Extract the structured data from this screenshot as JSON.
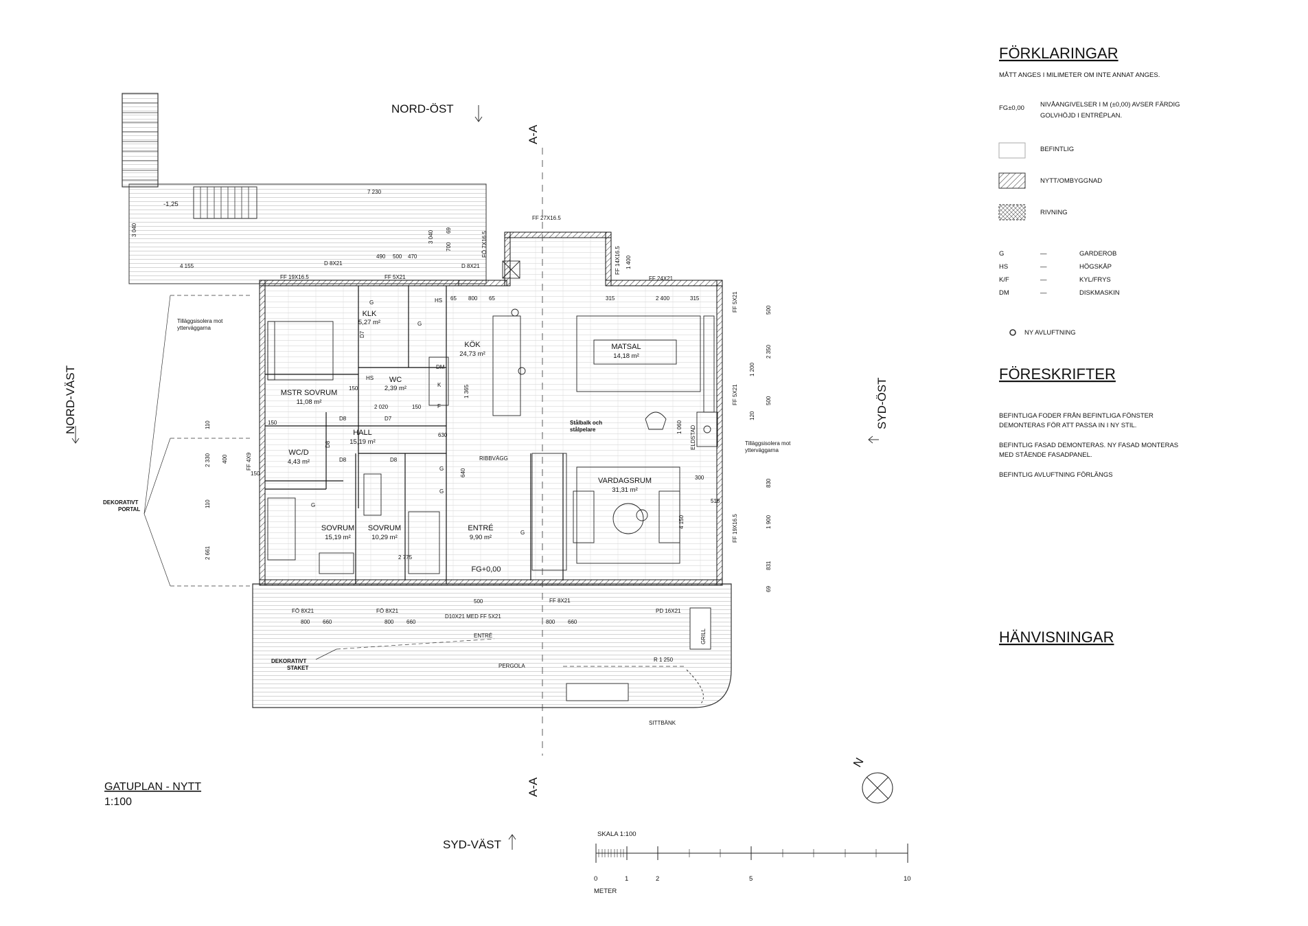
{
  "legend": {
    "title": "FÖRKLARINGAR",
    "note": "MÅTT ANGES I MILIMETER OM INTE ANNAT ANGES.",
    "fg_code": "FG±0,00",
    "fg_text_1": "NIVÅANGIVELSER I M (±0,00) AVSER FÄRDIG",
    "fg_text_2": "GOLVHÖJD I ENTRÉPLAN.",
    "existing": "BEFINTLIG",
    "new": "NYTT/OMBYGGNAD",
    "demolition": "RIVNING",
    "abbrev": [
      {
        "code": "G",
        "dash": "—",
        "meaning": "GARDEROB"
      },
      {
        "code": "HS",
        "dash": "—",
        "meaning": "HÖGSKÅP"
      },
      {
        "code": "K/F",
        "dash": "—",
        "meaning": "KYL/FRYS"
      },
      {
        "code": "DM",
        "dash": "—",
        "meaning": "DISKMASKIN"
      }
    ],
    "vent": "NY AVLUFTNING"
  },
  "regulations": {
    "title": "FÖRESKRIFTER",
    "p1a": "BEFINTLIGA FODER FRÅN BEFINTLIGA FÖNSTER",
    "p1b": "DEMONTERAS FÖR ATT PASSA IN I NY STIL.",
    "p2a": "BEFINTLIG FASAD DEMONTERAS. NY FASAD MONTERAS",
    "p2b": "MED STÅENDE FASADPANEL.",
    "p3": "BEFINTLIG AVLUFTNING FÖRLÄNGS"
  },
  "references": {
    "title": "HÄNVISNINGAR"
  },
  "directions": {
    "ne": "NORD-ÖST",
    "nw": "NORD-VÄST",
    "se": "SYD-ÖST",
    "sw": "SYD-VÄST",
    "section_top": "A-A",
    "section_bottom": "A-A",
    "north": "N"
  },
  "plan_title": {
    "name": "GATUPLAN - NYTT",
    "scale": "1:100"
  },
  "scale_bar": {
    "title": "SKALA 1:100",
    "ticks": [
      "0",
      "1",
      "2",
      "5",
      "10"
    ],
    "unit": "METER"
  },
  "rooms": {
    "klk": {
      "name": "KLK",
      "area": "5,27 m²"
    },
    "kok": {
      "name": "KÖK",
      "area": "24,73 m²"
    },
    "matsal": {
      "name": "MATSAL",
      "area": "14,18 m²"
    },
    "wc": {
      "name": "WC",
      "area": "2,39 m²"
    },
    "mstr": {
      "name": "MSTR SOVRUM",
      "area": "11,08 m²"
    },
    "hall": {
      "name": "HALL",
      "area": "15,19 m²"
    },
    "wcd": {
      "name": "WC/D",
      "area": "4,43 m²"
    },
    "vardagsrum": {
      "name": "VARDAGSRUM",
      "area": "31,31 m²"
    },
    "sovrum1": {
      "name": "SOVRUM",
      "area": "15,19 m²"
    },
    "sovrum2": {
      "name": "SOVRUM",
      "area": "10,29 m²"
    },
    "entre": {
      "name": "ENTRÉ",
      "area": "9,90 m²"
    },
    "fg": "FG+0,00"
  },
  "labels": {
    "ff_27x16": "FF 27X16.5",
    "ff_19x16_top": "FF 19X16.5",
    "ff_5x21_top": "FF 5X21",
    "d_8x21_a": "D 8X21",
    "d_8x21_b": "D 8X21",
    "fo_7x16": "FÖ 7X16.5",
    "ff_14x16": "FF 14X16.5",
    "ff_24x21": "FF 24X21",
    "ff_5x21_r1": "FF 5X21",
    "ff_5x21_r2": "FF 5X21",
    "ff_19x16_r": "FF 19X16.5",
    "ff_4x9": "FF 4X9",
    "fo_8x21_a": "FÖ 8X21",
    "fo_8x21_b": "FÖ 8X21",
    "d10": "D10X21 MED FF 5X21",
    "ff_8x21": "FF 8X21",
    "pd_16x21": "PD 16X21",
    "entre_small": "ENTRÉ",
    "grill": "GRILL",
    "pergola": "PERGOLA",
    "r1250": "R 1 250",
    "sittbank": "SITTBÄNK",
    "eldstad": "ELDSTAD",
    "ribbvagg": "RIBBVÄGG",
    "stalbalk_1": "Stålbalk och",
    "stalbalk_2": "stålpelare",
    "tillagg_1": "Tilläggsisolera mot",
    "tillagg_2": "ytterväggarna",
    "dek_portal_1": "DEKORATIVT",
    "dek_portal_2": "PORTAL",
    "dek_staket_1": "DEKORATIVT",
    "dek_staket_2": "STAKET",
    "level": "-1,25",
    "d7a": "D7",
    "d7b": "D7",
    "d8a": "D8",
    "d8b": "D8",
    "d8c": "D8",
    "d8d": "D8",
    "hs1": "HS",
    "hs2": "HS",
    "g1": "G",
    "g2": "G",
    "g3": "G",
    "g4": "G",
    "g5": "G",
    "g6": "G",
    "dm": "DM",
    "k": "K",
    "f": "F"
  },
  "dims": {
    "d7230": "7 230",
    "d3040a": "3 040",
    "d3040b": "3 040",
    "d4155": "4 155",
    "d490": "490",
    "d500a": "500",
    "d470": "470",
    "d700": "700",
    "d69a": "69",
    "d65a": "65",
    "d800a": "800",
    "d65b": "65",
    "d315a": "315",
    "d2400": "2 400",
    "d315b": "315",
    "d1400": "1 400",
    "d1365": "1 365",
    "d2020": "2 020",
    "d150a": "150",
    "d150b": "150",
    "d150c": "150",
    "d150d": "150",
    "d630": "630",
    "d640": "640",
    "d2330": "2 330",
    "d2661": "2 661",
    "d110a": "110",
    "d110b": "110",
    "d400": "400",
    "d2775": "2 775",
    "d4150": "4 150",
    "d300": "300",
    "d518": "518",
    "d500b": "500",
    "d2350": "2 350",
    "d1200": "1 200",
    "d500c": "500",
    "d120": "120",
    "d830": "830",
    "d1900": "1 900",
    "d831": "831",
    "d69b": "69",
    "d1060": "1 060",
    "d800b": "800",
    "d660a": "660",
    "d800c": "800",
    "d660b": "660",
    "d800d": "800",
    "d660c": "660",
    "d500d": "500"
  }
}
